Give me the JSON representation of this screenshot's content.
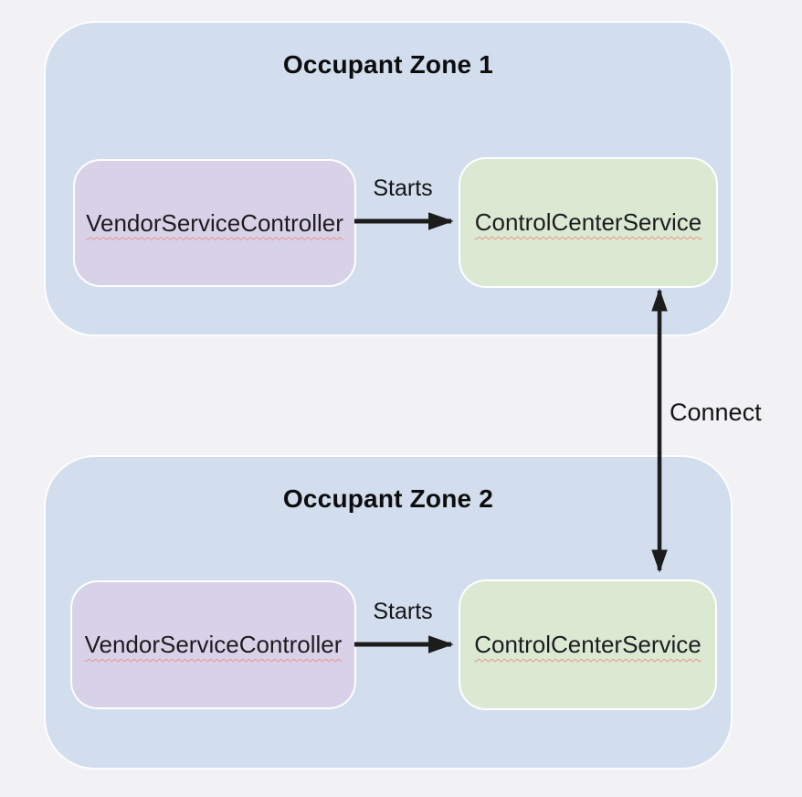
{
  "canvas": {
    "background": "#f2f2f4"
  },
  "zones": [
    {
      "title": "Occupant Zone 1",
      "fill": "#d2deee",
      "nodes": [
        {
          "label": "VendorServiceController",
          "fill": "#d8d2e8"
        },
        {
          "label": "ControlCenterService",
          "fill": "#dbe9d3"
        }
      ],
      "edge": {
        "label": "Starts",
        "direction": "right"
      }
    },
    {
      "title": "Occupant Zone 2",
      "fill": "#d2deee",
      "nodes": [
        {
          "label": "VendorServiceController",
          "fill": "#d8d2e8"
        },
        {
          "label": "ControlCenterService",
          "fill": "#dbe9d3"
        }
      ],
      "edge": {
        "label": "Starts",
        "direction": "right"
      }
    }
  ],
  "connector": {
    "label": "Connect",
    "direction": "bidirectional"
  },
  "colors": {
    "zone_fill": "#d2deee",
    "vendor_node_fill": "#d8d2e8",
    "service_node_fill": "#dbe9d3",
    "arrow": "#1c1c1c",
    "spellcheck_underline": "#e8938d",
    "node_border": "#ffffff",
    "title_text": "#0d0d0d"
  }
}
